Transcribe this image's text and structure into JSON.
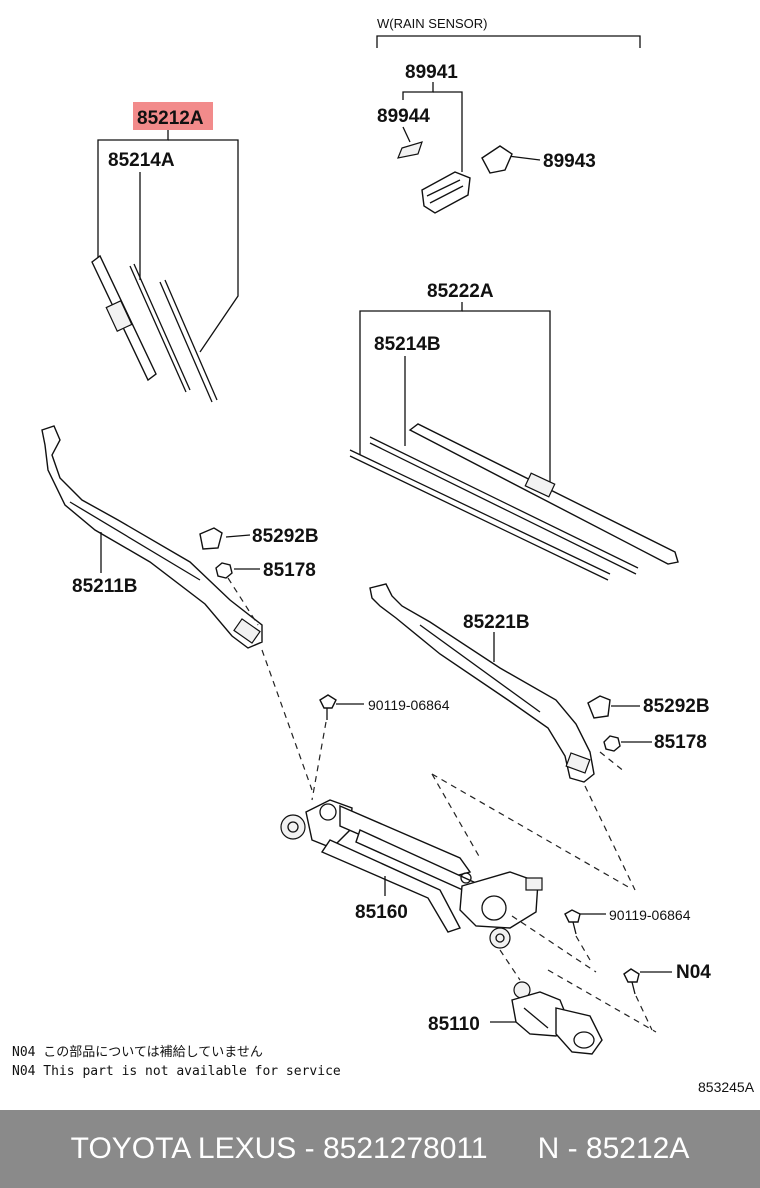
{
  "diagram": {
    "group_label": "W(RAIN SENSOR)",
    "highlight_color": "#f28b8b",
    "parts": {
      "p89941": "89941",
      "p89944": "89944",
      "p89943": "89943",
      "p85212A": "85212A",
      "p85214A": "85214A",
      "p85222A": "85222A",
      "p85214B": "85214B",
      "p85292B_left": "85292B",
      "p85178_left": "85178",
      "p85211B": "85211B",
      "p85221B": "85221B",
      "p90119_upper": "90119-06864",
      "p85292B_right": "85292B",
      "p85178_right": "85178",
      "p85160": "85160",
      "p90119_lower": "90119-06864",
      "pN04": "N04",
      "p85110": "85110"
    },
    "notes": [
      "N04 この部品については補給していません",
      "N04 This part is not available for service"
    ],
    "diagram_code": "853245A"
  },
  "footer": {
    "text": "TOYOTA LEXUS - 8521278011      N - 85212A"
  }
}
